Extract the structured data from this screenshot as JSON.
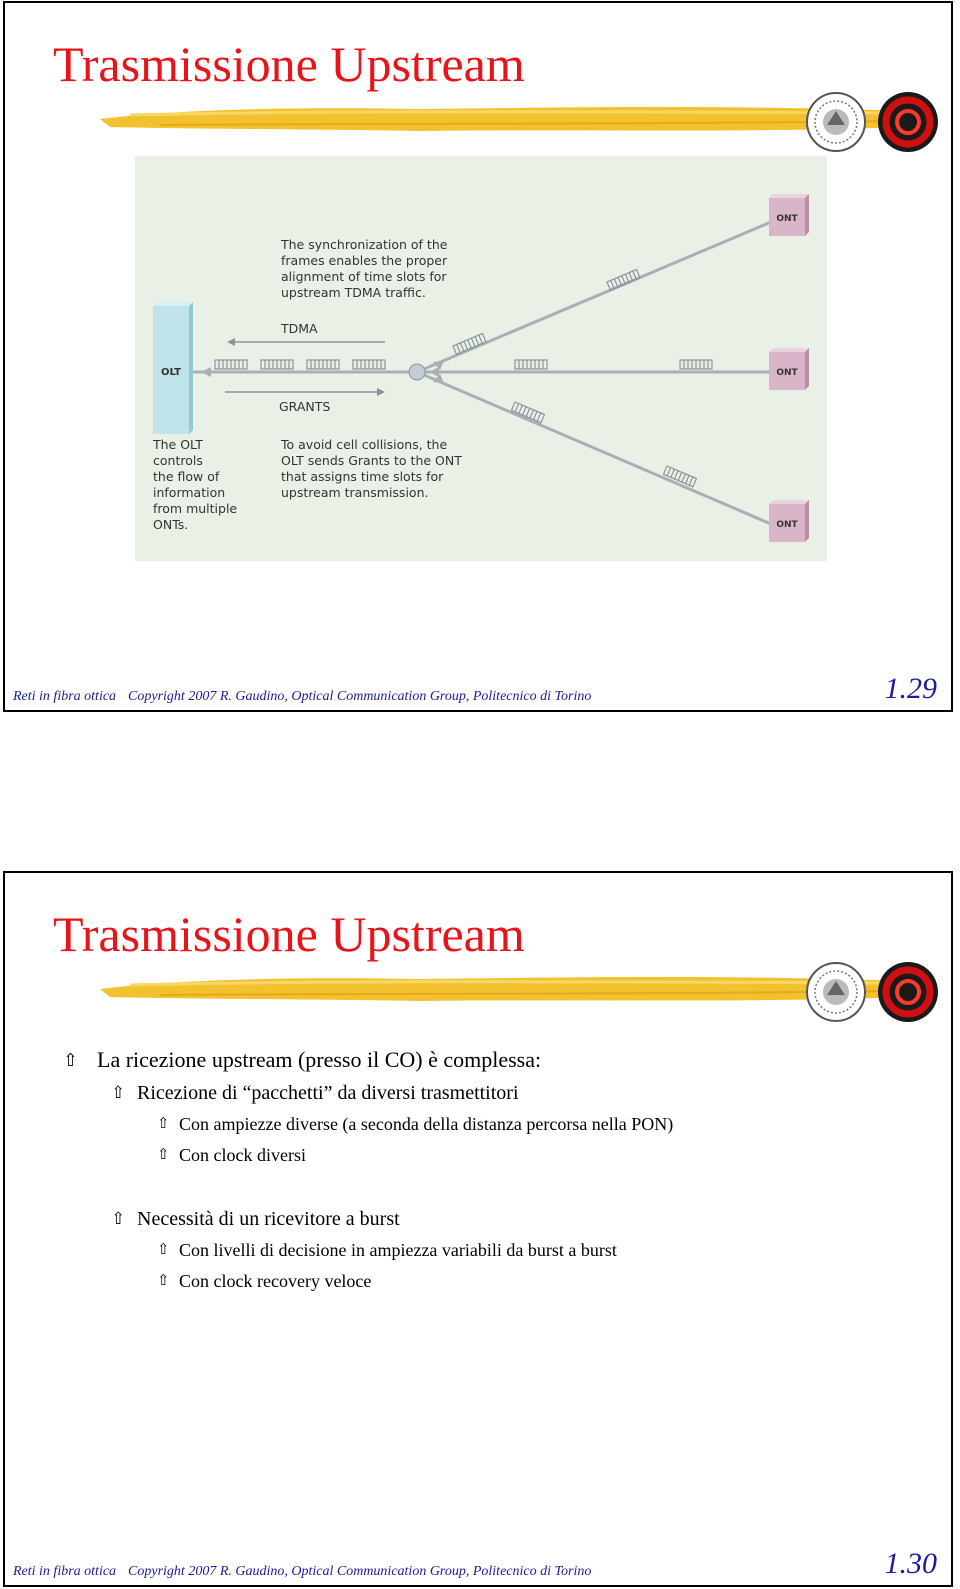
{
  "slide1": {
    "title": "Trasmissione Upstream",
    "footer": {
      "left": "Reti in fibra ottica",
      "right": "Copyright 2007 R. Gaudino, Optical Communication Group, Politecnico di Torino"
    },
    "page_number": "1.29",
    "figure": {
      "olt_label": "OLT",
      "ont_label": "ONT",
      "sync_text": [
        "The synchronization of the",
        "frames enables the proper",
        "alignment of time slots for",
        "upstream TDMA traffic."
      ],
      "tdma_label": "TDMA",
      "grants_label": "GRANTS",
      "olt_text": [
        "The OLT",
        "controls",
        "the flow of",
        "information",
        "from multiple",
        "ONTs."
      ],
      "grants_text": [
        "To avoid cell collisions, the",
        "OLT sends Grants to the ONT",
        "that assigns time slots for",
        "upstream transmission."
      ],
      "colors": {
        "background": "#e9f1e6",
        "olt": "#bfe3e8",
        "ont": "#d9b5c9",
        "line": "#a9afb5"
      }
    }
  },
  "slide2": {
    "title": "Trasmissione Upstream",
    "bullets": {
      "b1": "La ricezione upstream (presso il CO) è complessa:",
      "b1_1": "Ricezione di “pacchetti” da diversi trasmettitori",
      "b1_1_1": "Con ampiezze diverse (a seconda della distanza percorsa nella PON)",
      "b1_1_2": "Con clock diversi",
      "b1_2": "Necessità di un ricevitore a burst",
      "b1_2_1": "Con livelli di decisione in ampiezza variabili da burst a burst",
      "b1_2_2": "Con clock recovery veloce"
    },
    "bullet_glyph": "⇧",
    "footer": {
      "left": "Reti in fibra ottica",
      "right": "Copyright 2007 R. Gaudino, Optical Communication Group, Politecnico di Torino"
    },
    "page_number": "1.30"
  },
  "colors": {
    "title": "#e8141b",
    "footer": "#1b1b9e",
    "brush": "#f2c12e"
  }
}
